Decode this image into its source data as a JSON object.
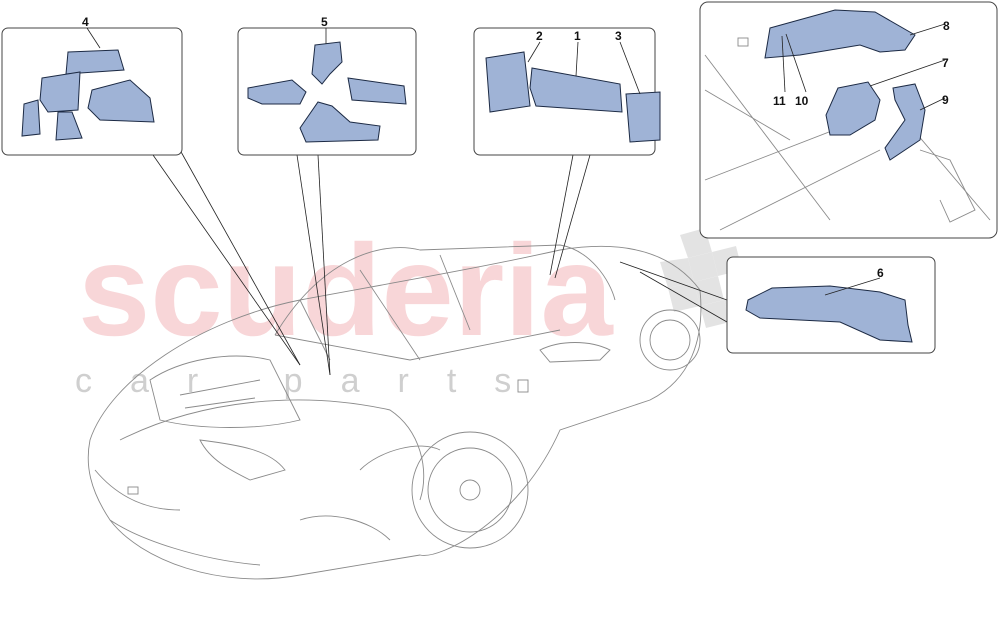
{
  "watermark": {
    "line1": "scuderia",
    "line2": "car parts",
    "color": "#f6c9cc"
  },
  "colors": {
    "part_fill": "#9fb3d6",
    "part_stroke": "#1c2a44",
    "outline": "#8a8a8a"
  },
  "callouts": [
    {
      "id": "1",
      "label": "1"
    },
    {
      "id": "2",
      "label": "2"
    },
    {
      "id": "3",
      "label": "3"
    },
    {
      "id": "4",
      "label": "4"
    },
    {
      "id": "5",
      "label": "5"
    },
    {
      "id": "6",
      "label": "6"
    },
    {
      "id": "7",
      "label": "7"
    },
    {
      "id": "8",
      "label": "8"
    },
    {
      "id": "9",
      "label": "9"
    },
    {
      "id": "10",
      "label": "10"
    },
    {
      "id": "11",
      "label": "11"
    }
  ]
}
